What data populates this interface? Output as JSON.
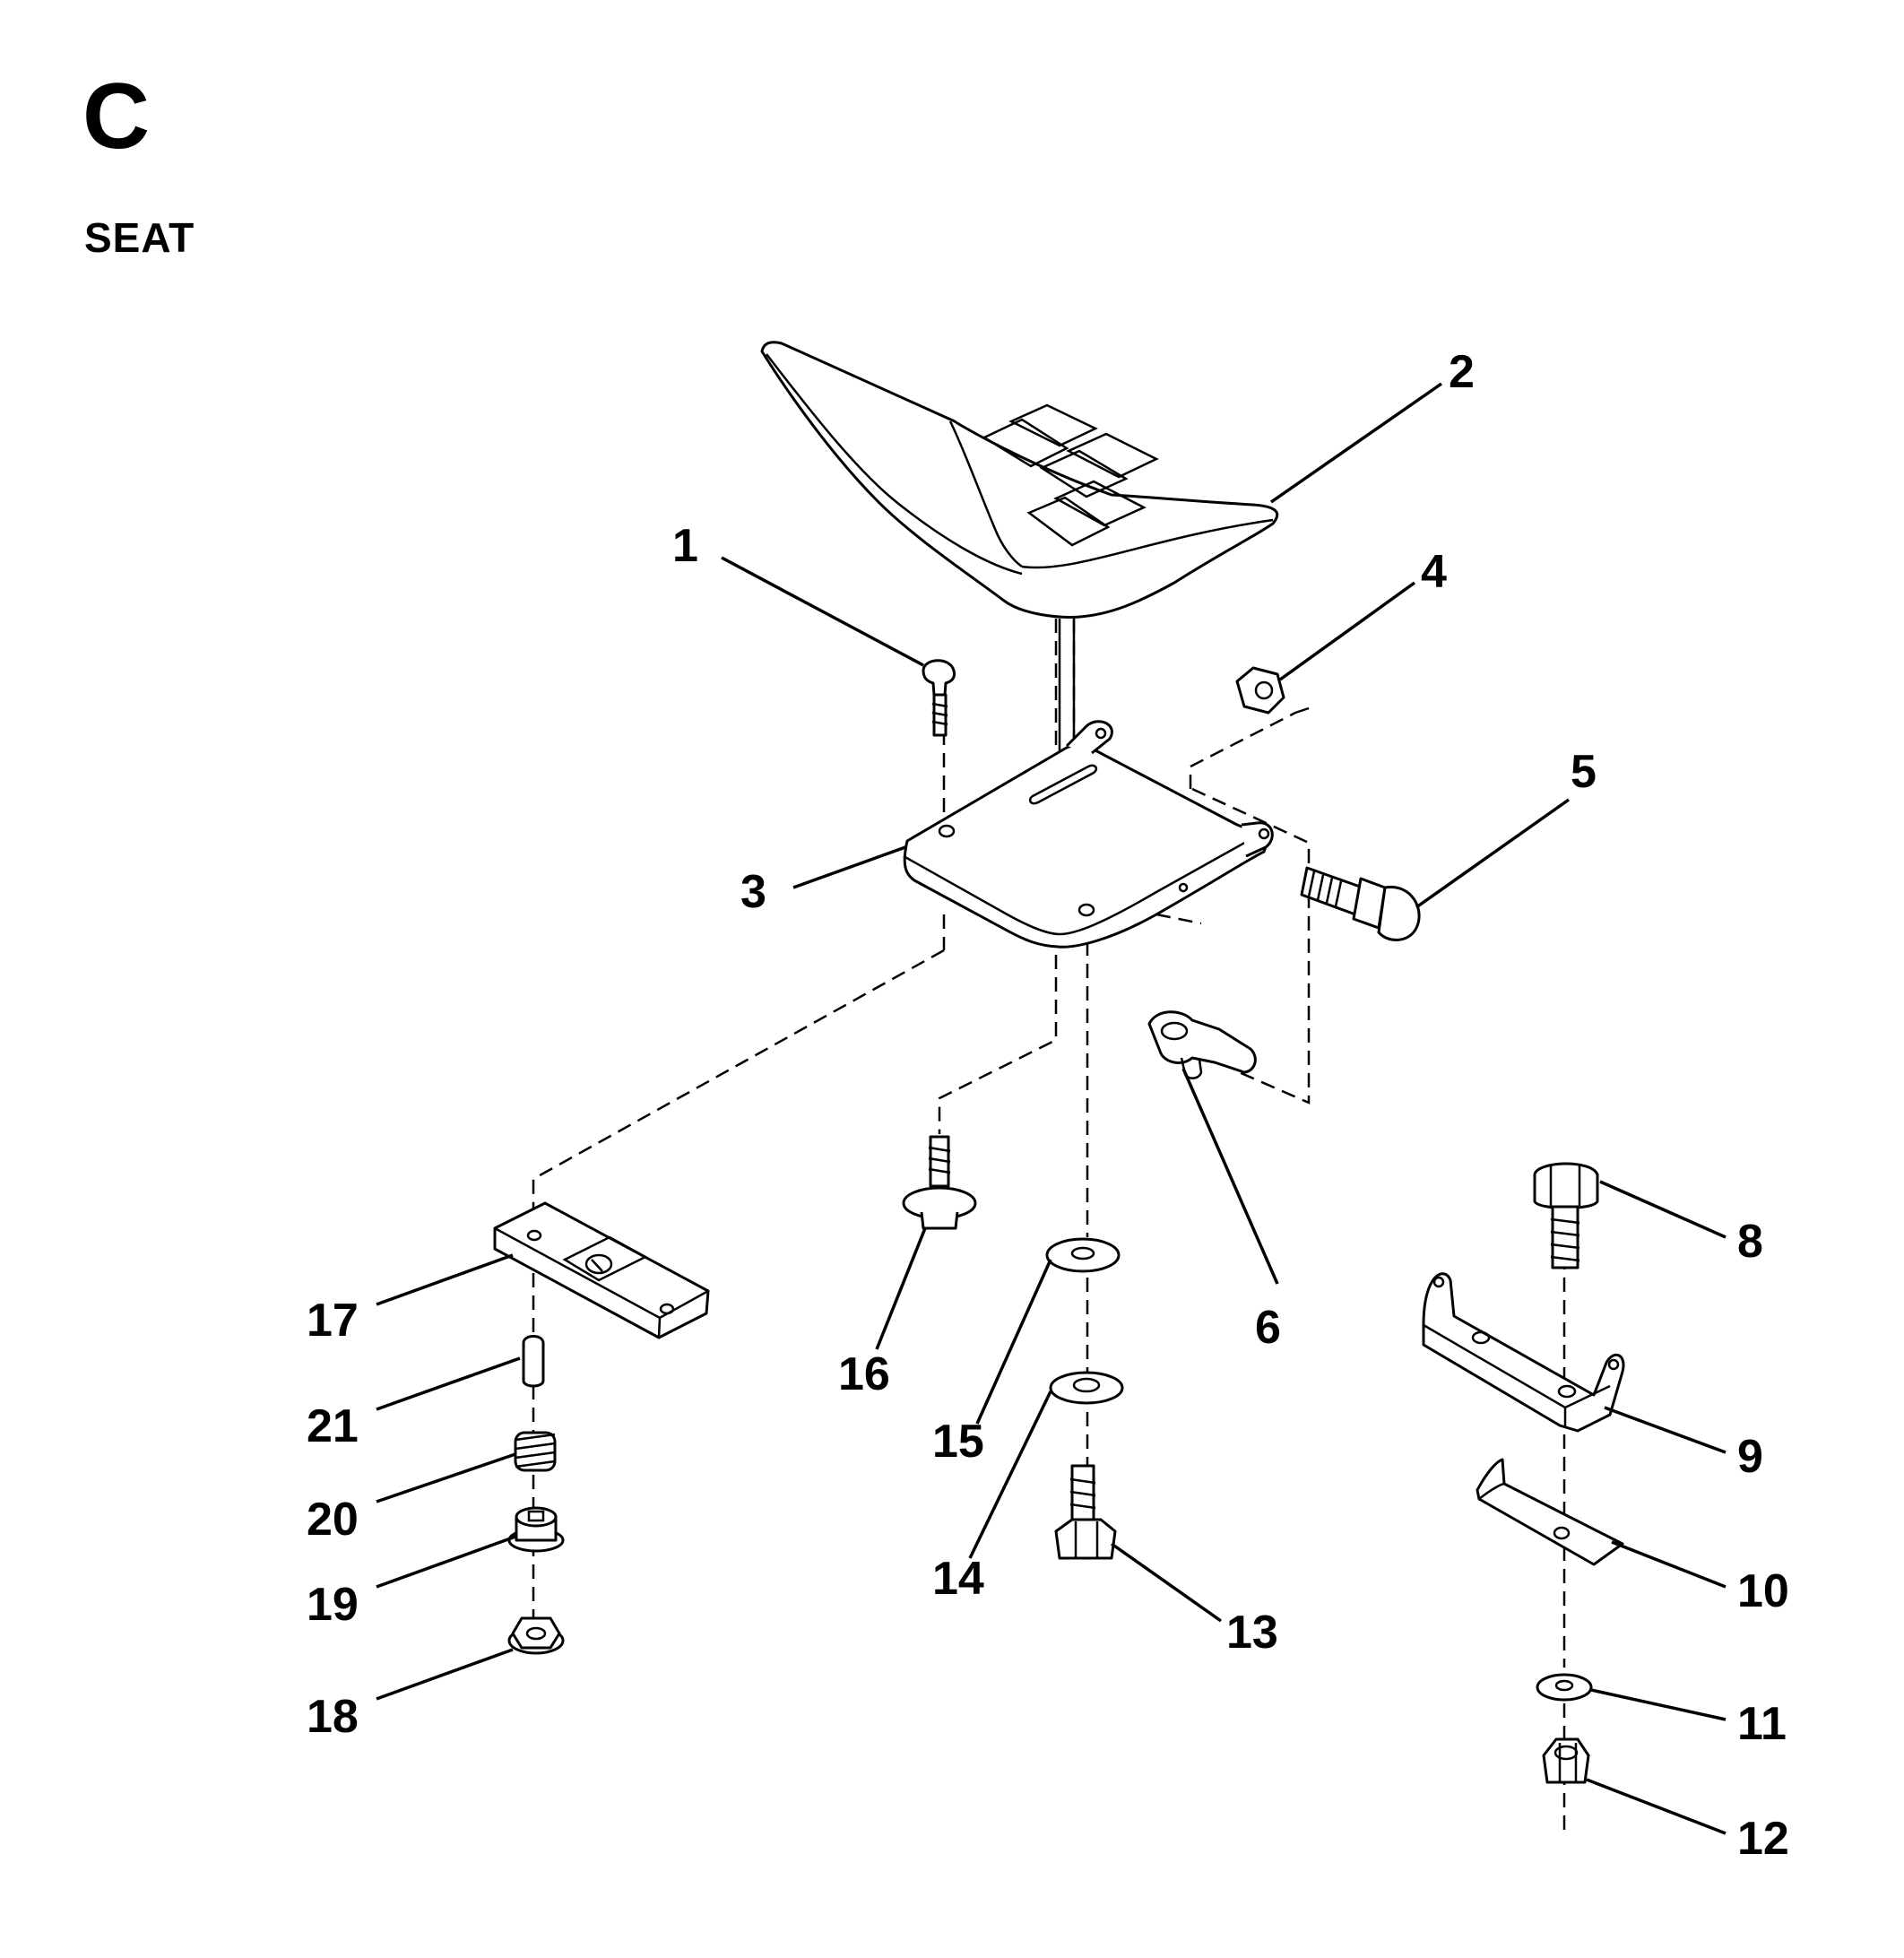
{
  "section": {
    "letter": "C",
    "title": "SEAT"
  },
  "callouts": [
    {
      "id": "1",
      "label": "1"
    },
    {
      "id": "2",
      "label": "2"
    },
    {
      "id": "3",
      "label": "3"
    },
    {
      "id": "4",
      "label": "4"
    },
    {
      "id": "5",
      "label": "5"
    },
    {
      "id": "6",
      "label": "6"
    },
    {
      "id": "8",
      "label": "8"
    },
    {
      "id": "9",
      "label": "9"
    },
    {
      "id": "10",
      "label": "10"
    },
    {
      "id": "11",
      "label": "11"
    },
    {
      "id": "12",
      "label": "12"
    },
    {
      "id": "13",
      "label": "13"
    },
    {
      "id": "14",
      "label": "14"
    },
    {
      "id": "15",
      "label": "15"
    },
    {
      "id": "16",
      "label": "16"
    },
    {
      "id": "17",
      "label": "17"
    },
    {
      "id": "18",
      "label": "18"
    },
    {
      "id": "19",
      "label": "19"
    },
    {
      "id": "20",
      "label": "20"
    },
    {
      "id": "21",
      "label": "21"
    }
  ]
}
